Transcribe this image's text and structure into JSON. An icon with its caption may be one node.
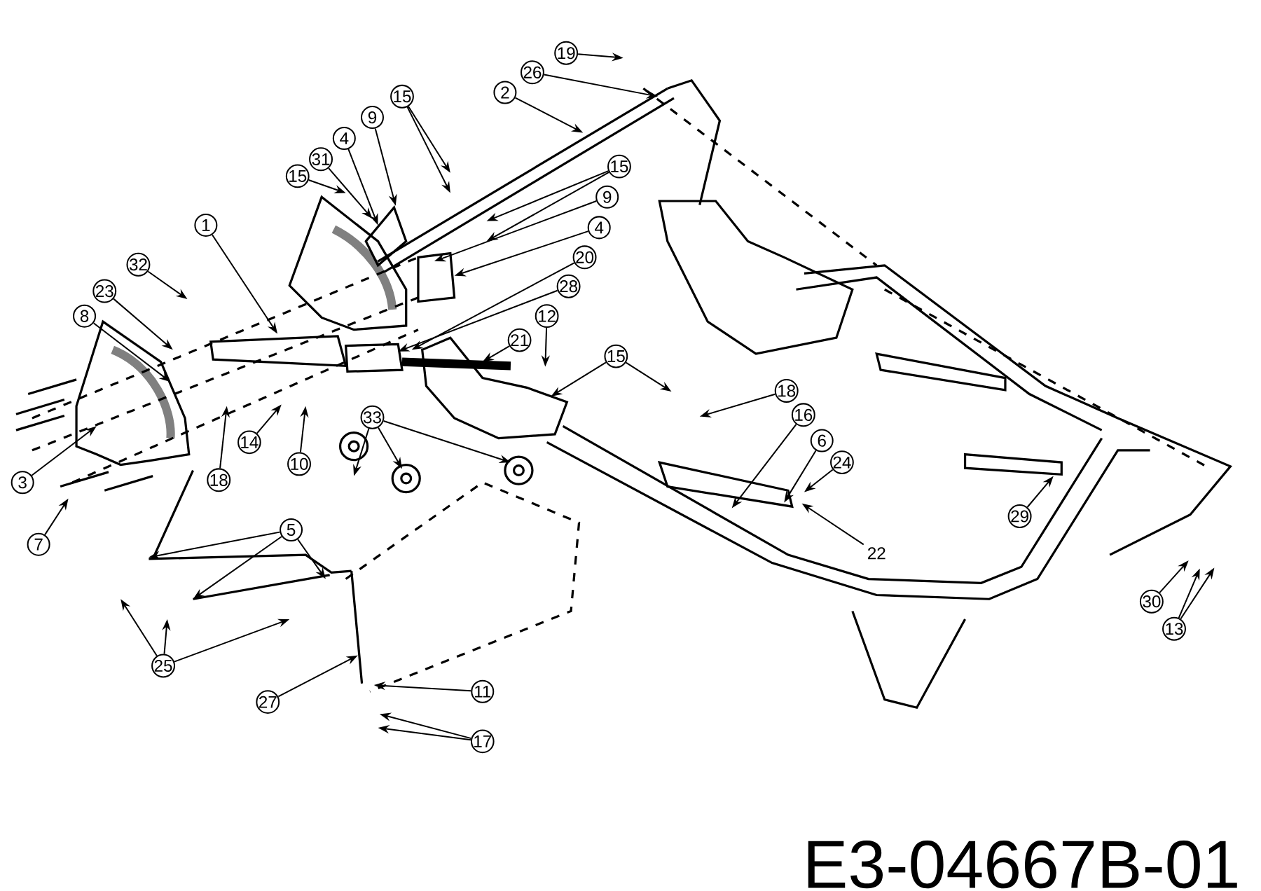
{
  "diagram": {
    "nodes": [
      {
        "text": [
          "19"
        ]
      },
      {
        "text": [
          "26"
        ]
      },
      {
        "text": [
          "2"
        ]
      },
      {
        "text": [
          "15"
        ]
      },
      {
        "text": [
          "9"
        ]
      },
      {
        "text": [
          "4"
        ]
      },
      {
        "text": [
          "31"
        ]
      },
      {
        "text": [
          "15"
        ]
      },
      {
        "text": [
          "15"
        ]
      },
      {
        "text": [
          "9"
        ]
      },
      {
        "text": [
          "4"
        ]
      },
      {
        "text": [
          "20"
        ]
      },
      {
        "text": [
          "1"
        ]
      },
      {
        "text": [
          "28"
        ]
      },
      {
        "text": [
          "32"
        ]
      },
      {
        "text": [
          "23"
        ]
      },
      {
        "text": [
          "21"
        ]
      },
      {
        "text": [
          "12"
        ]
      },
      {
        "text": [
          "8"
        ]
      },
      {
        "text": [
          "15"
        ]
      },
      {
        "text": [
          "18"
        ]
      },
      {
        "text": [
          "16"
        ]
      },
      {
        "text": [
          "6"
        ]
      },
      {
        "text": [
          "24"
        ]
      },
      {
        "text": [
          "22"
        ]
      },
      {
        "text": [
          "33"
        ]
      },
      {
        "text": [
          "14"
        ]
      },
      {
        "text": [
          "10"
        ]
      },
      {
        "text": [
          "3"
        ]
      },
      {
        "text": [
          "18"
        ]
      },
      {
        "text": [
          "7"
        ]
      },
      {
        "text": [
          "29"
        ]
      },
      {
        "text": [
          "5"
        ]
      },
      {
        "text": [
          "30"
        ]
      },
      {
        "text": [
          "13"
        ]
      },
      {
        "text": [
          "25"
        ]
      },
      {
        "text": [
          "27"
        ]
      },
      {
        "text": [
          "11"
        ]
      },
      {
        "text": [
          "17"
        ]
      }
    ],
    "edges": [
      {
        "from": 0,
        "to": null,
        "arrow": "to"
      },
      {
        "from": 1,
        "to": null,
        "arrow": "to"
      },
      {
        "from": 2,
        "to": null,
        "arrow": "to"
      },
      {
        "from": 3,
        "to": null,
        "arrow": "to"
      },
      {
        "from": 3,
        "to": null,
        "arrow": "to"
      },
      {
        "from": 4,
        "to": null,
        "arrow": "to"
      },
      {
        "from": 5,
        "to": null,
        "arrow": "to"
      },
      {
        "from": 6,
        "to": null,
        "arrow": "to"
      },
      {
        "from": 7,
        "to": null,
        "arrow": "to"
      },
      {
        "from": 8,
        "to": null,
        "arrow": "to"
      },
      {
        "from": 8,
        "to": null,
        "arrow": "to"
      },
      {
        "from": 9,
        "to": null,
        "arrow": "to"
      },
      {
        "from": 10,
        "to": null,
        "arrow": "to"
      },
      {
        "from": 11,
        "to": null,
        "arrow": "to"
      },
      {
        "from": 12,
        "to": null,
        "arrow": "to"
      },
      {
        "from": 13,
        "to": null,
        "arrow": "to"
      },
      {
        "from": 14,
        "to": null,
        "arrow": "to"
      },
      {
        "from": 15,
        "to": null,
        "arrow": "to"
      },
      {
        "from": 16,
        "to": null,
        "arrow": "to"
      },
      {
        "from": 17,
        "to": null,
        "arrow": "to"
      },
      {
        "from": 18,
        "to": null,
        "arrow": "to"
      },
      {
        "from": 19,
        "to": null,
        "arrow": "to"
      },
      {
        "from": 19,
        "to": null,
        "arrow": "to"
      },
      {
        "from": 20,
        "to": null,
        "arrow": "to"
      },
      {
        "from": 21,
        "to": null,
        "arrow": "to"
      },
      {
        "from": 22,
        "to": null,
        "arrow": "to"
      },
      {
        "from": 23,
        "to": null,
        "arrow": "to"
      },
      {
        "from": 24,
        "to": null,
        "arrow": "to"
      },
      {
        "from": 25,
        "to": null,
        "arrow": "to"
      },
      {
        "from": 25,
        "to": null,
        "arrow": "to"
      },
      {
        "from": 25,
        "to": null,
        "arrow": "to"
      },
      {
        "from": 26,
        "to": null,
        "arrow": "to"
      },
      {
        "from": 27,
        "to": null,
        "arrow": "to"
      },
      {
        "from": 28,
        "to": null,
        "arrow": "to"
      },
      {
        "from": 29,
        "to": null,
        "arrow": "to"
      },
      {
        "from": 30,
        "to": null,
        "arrow": "to"
      },
      {
        "from": 31,
        "to": null,
        "arrow": "to"
      },
      {
        "from": 32,
        "to": null,
        "arrow": "to"
      },
      {
        "from": 32,
        "to": null,
        "arrow": "to"
      },
      {
        "from": 32,
        "to": null,
        "arrow": "to"
      },
      {
        "from": 33,
        "to": null,
        "arrow": "to"
      },
      {
        "from": 34,
        "to": null,
        "arrow": "to"
      },
      {
        "from": 34,
        "to": null,
        "arrow": "to"
      },
      {
        "from": 35,
        "to": null,
        "arrow": "to"
      },
      {
        "from": 35,
        "to": null,
        "arrow": "to"
      },
      {
        "from": 35,
        "to": null,
        "arrow": "to"
      },
      {
        "from": 36,
        "to": null,
        "arrow": "to"
      },
      {
        "from": 37,
        "to": null,
        "arrow": "to"
      },
      {
        "from": 38,
        "to": null,
        "arrow": "to"
      },
      {
        "from": 38,
        "to": null,
        "arrow": "to"
      }
    ],
    "labels": [
      "E3-04667B-01"
    ]
  }
}
